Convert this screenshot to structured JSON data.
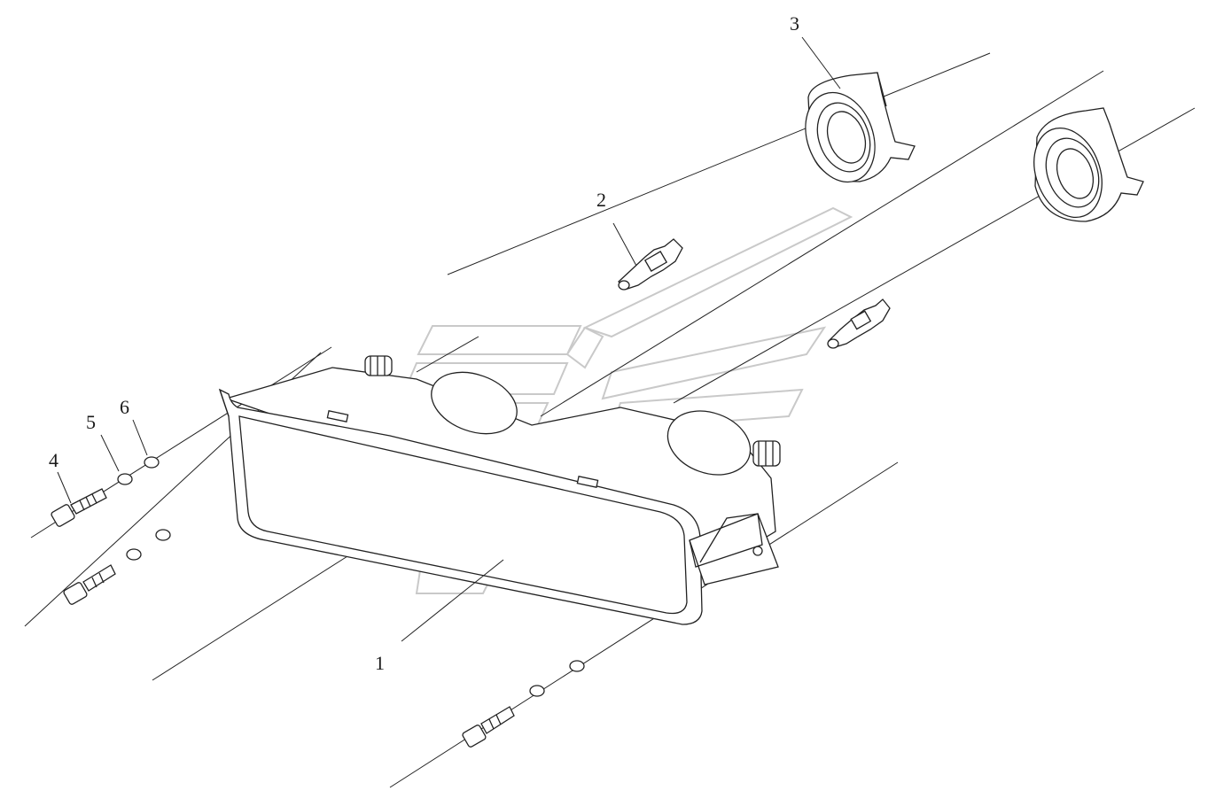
{
  "callouts": {
    "c1": "1",
    "c2": "2",
    "c3": "3",
    "c4": "4",
    "c5": "5",
    "c6": "6"
  },
  "watermark_color": "#c9c9c9"
}
